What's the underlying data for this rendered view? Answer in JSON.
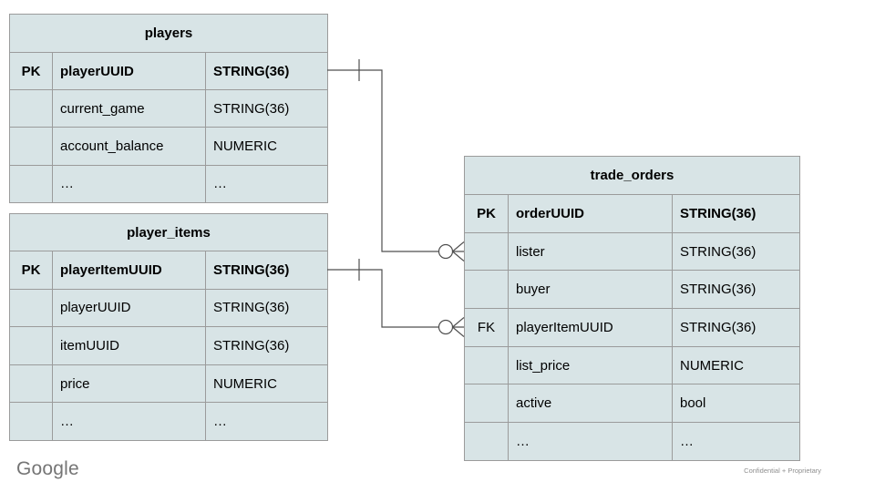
{
  "colors": {
    "table_fill": "#d8e4e6",
    "table_border": "#9b9b9b",
    "connector_stroke": "#4f4f4f",
    "text": "#000000",
    "logo_gray": "#757575",
    "footer_gray": "#8f8f8f",
    "background": "#ffffff"
  },
  "tables": {
    "players": {
      "title": "players",
      "rows": [
        {
          "key": "PK",
          "name": "playerUUID",
          "type": "STRING(36)"
        },
        {
          "key": "",
          "name": "current_game",
          "type": "STRING(36)"
        },
        {
          "key": "",
          "name": "account_balance",
          "type": "NUMERIC"
        },
        {
          "key": "",
          "name": "…",
          "type": "…"
        }
      ]
    },
    "player_items": {
      "title": "player_items",
      "rows": [
        {
          "key": "PK",
          "name": "playerItemUUID",
          "type": "STRING(36)"
        },
        {
          "key": "",
          "name": "playerUUID",
          "type": "STRING(36)"
        },
        {
          "key": "",
          "name": "itemUUID",
          "type": "STRING(36)"
        },
        {
          "key": "",
          "name": "price",
          "type": "NUMERIC"
        },
        {
          "key": "",
          "name": "…",
          "type": "…"
        }
      ]
    },
    "trade_orders": {
      "title": "trade_orders",
      "rows": [
        {
          "key": "PK",
          "name": "orderUUID",
          "type": "STRING(36)"
        },
        {
          "key": "",
          "name": "lister",
          "type": "STRING(36)"
        },
        {
          "key": "",
          "name": "buyer",
          "type": "STRING(36)"
        },
        {
          "key": "FK",
          "name": "playerItemUUID",
          "type": "STRING(36)"
        },
        {
          "key": "",
          "name": "list_price",
          "type": "NUMERIC"
        },
        {
          "key": "",
          "name": "active",
          "type": "bool"
        },
        {
          "key": "",
          "name": "…",
          "type": "…"
        }
      ]
    }
  },
  "relationships": [
    {
      "from": "players.playerUUID",
      "to": "trade_orders.lister",
      "from_cardinality": "one",
      "to_cardinality": "zero-or-many"
    },
    {
      "from": "player_items.playerItemUUID",
      "to": "trade_orders.playerItemUUID",
      "from_cardinality": "one",
      "to_cardinality": "zero-or-many"
    }
  ],
  "footer": {
    "logo_text": "Google",
    "note": "Confidential + Proprietary"
  }
}
